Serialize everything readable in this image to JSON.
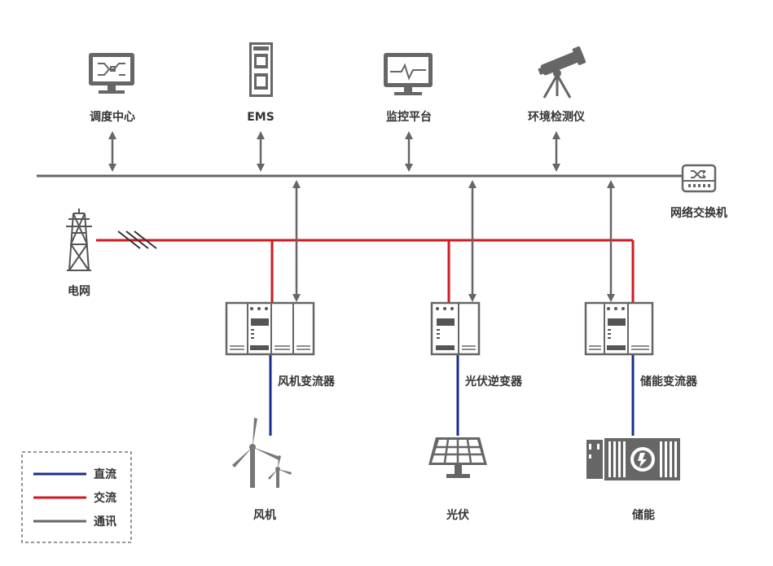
{
  "colors": {
    "comm": "#666666",
    "ac": "#d0191f",
    "dc": "#1a2f8a",
    "icon": "#666666",
    "text": "#333333"
  },
  "top_nodes": {
    "dispatch": "调度中心",
    "ems": "EMS",
    "monitor": "监控平台",
    "env": "环境检测仪"
  },
  "switch_label": "网络交换机",
  "grid_label": "电网",
  "converters": {
    "wind": "风机变流器",
    "pv": "光伏逆变器",
    "storage": "储能变流器"
  },
  "sources": {
    "wind": "风机",
    "pv": "光伏",
    "storage": "储能"
  },
  "legend": {
    "dc": "直流",
    "ac": "交流",
    "comm": "通讯"
  }
}
